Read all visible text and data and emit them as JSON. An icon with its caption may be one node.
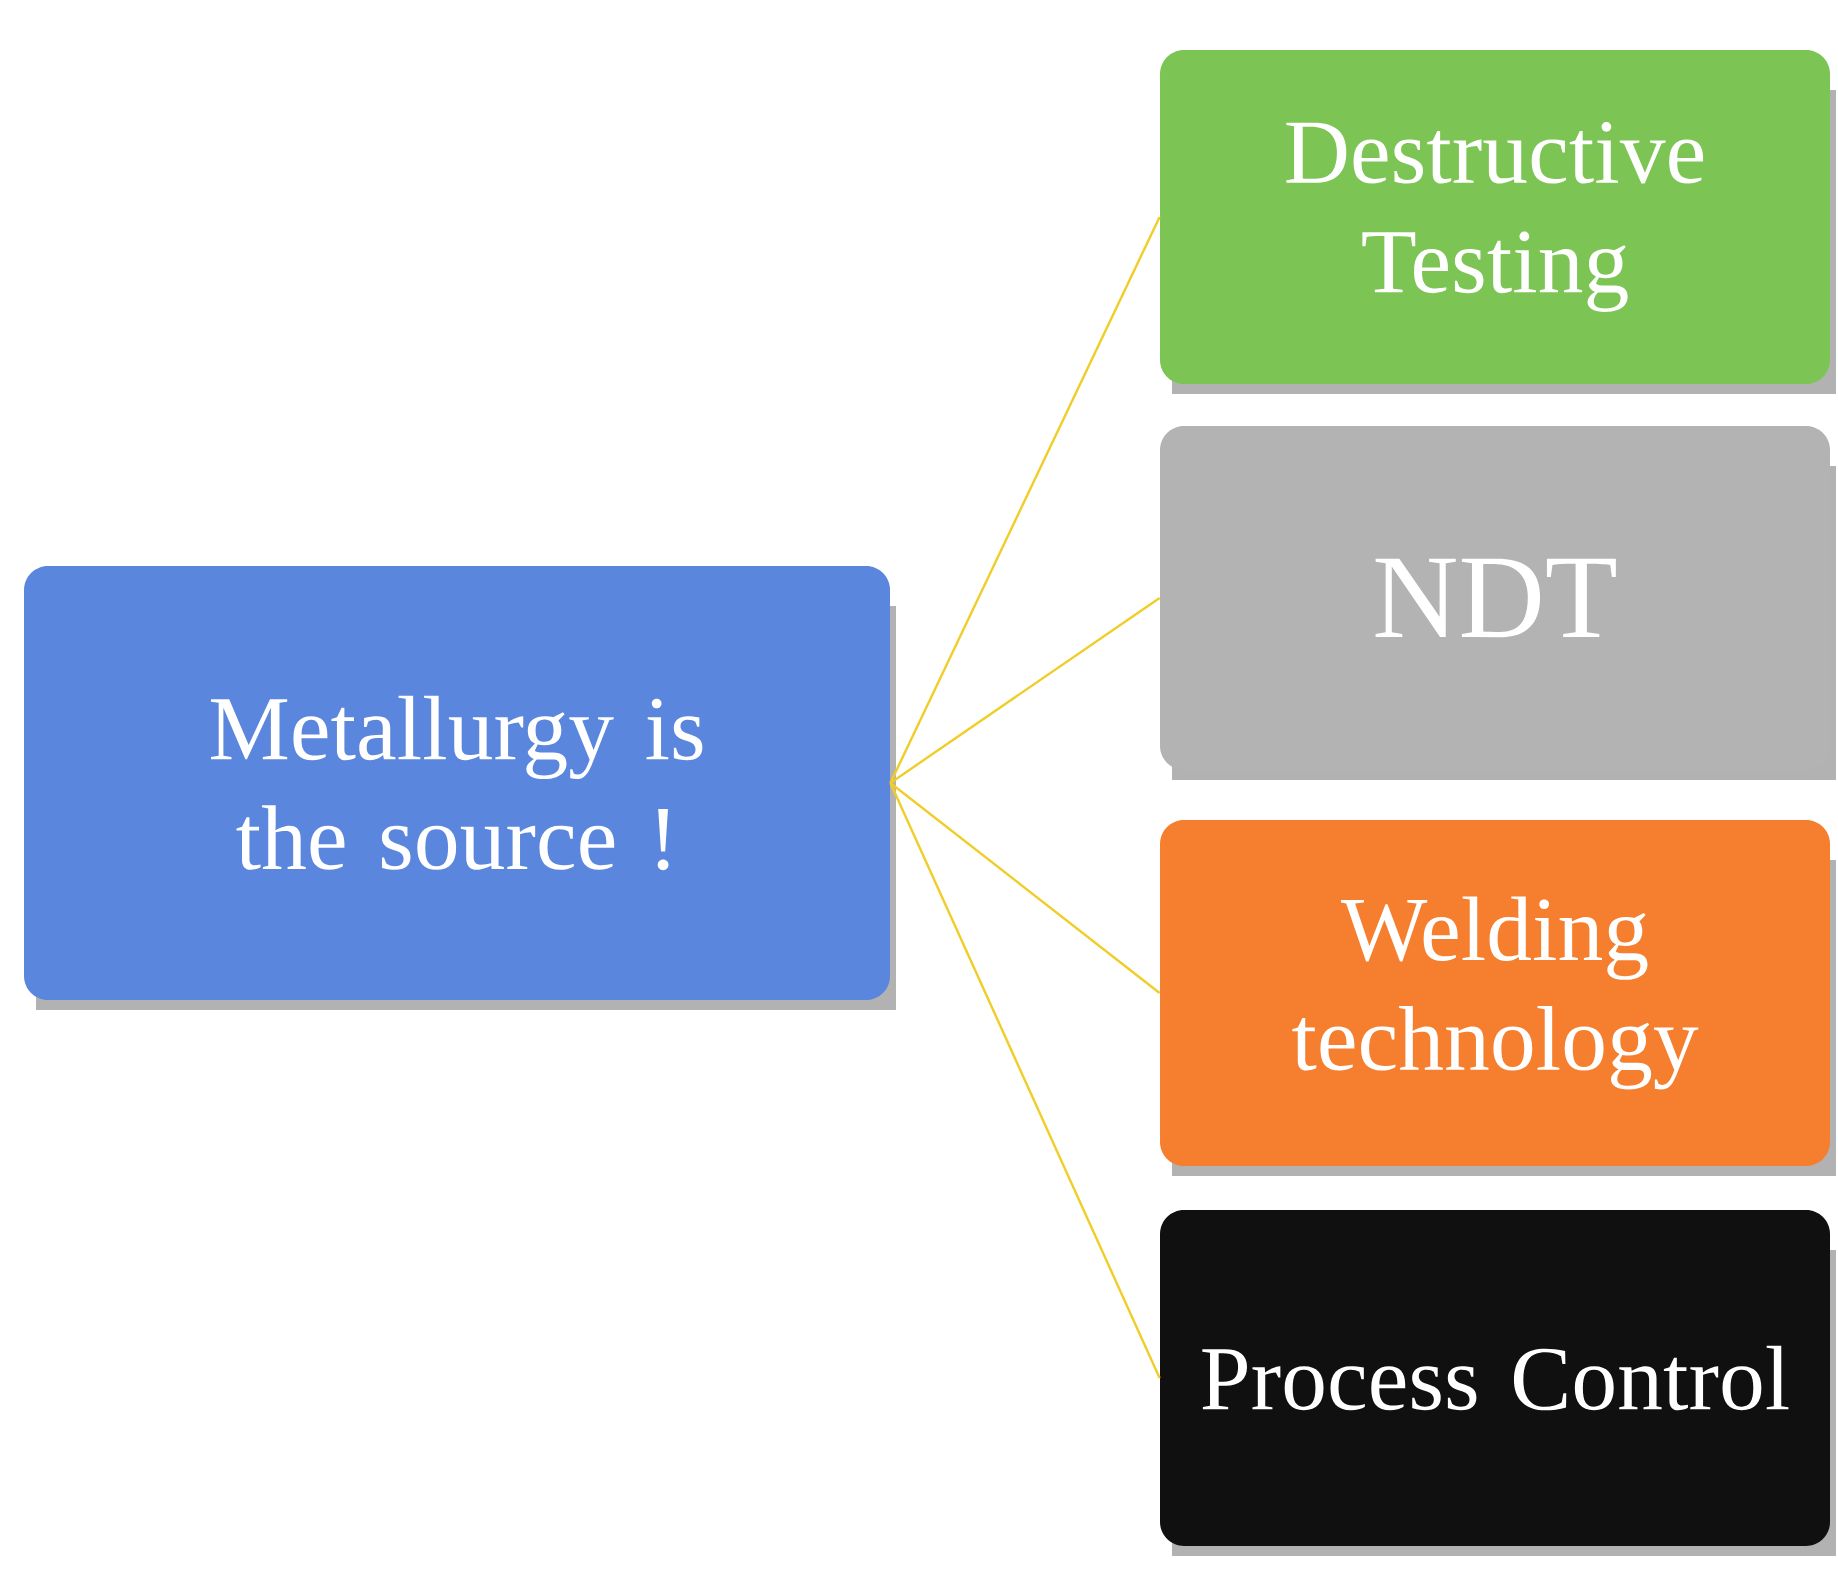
{
  "diagram": {
    "nodes": [
      {
        "text": [
          "Metallurgy is the source !"
        ]
      },
      {
        "text": [
          "Destructive Testing"
        ]
      },
      {
        "text": [
          "NDT"
        ]
      },
      {
        "text": [
          "Welding technology"
        ]
      },
      {
        "text": [
          "Process Control"
        ]
      }
    ],
    "edges": [
      {
        "from": 0,
        "to": 1,
        "arrow": "none"
      },
      {
        "from": 0,
        "to": 2,
        "arrow": "none"
      },
      {
        "from": 0,
        "to": 3,
        "arrow": "none"
      },
      {
        "from": 0,
        "to": 4,
        "arrow": "none"
      }
    ]
  }
}
